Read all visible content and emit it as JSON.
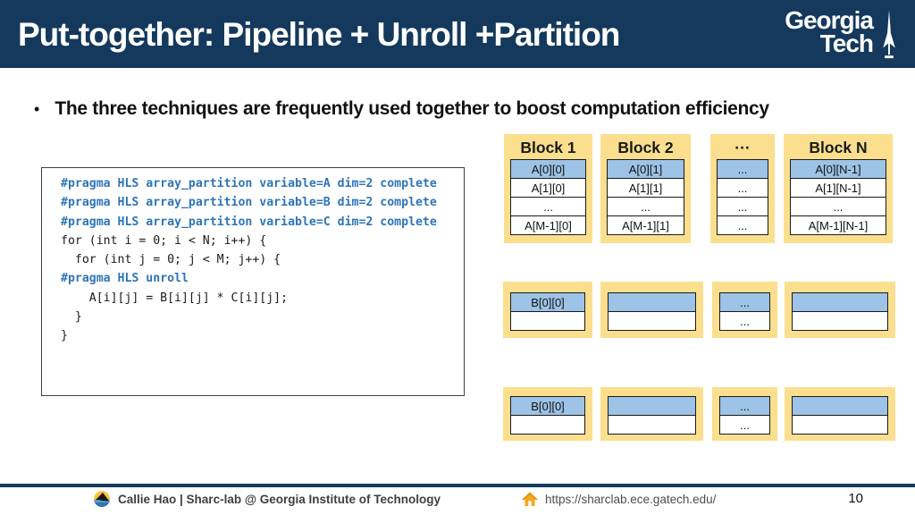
{
  "header": {
    "title": "Put-together: Pipeline + Unroll +Partition",
    "logo": {
      "line1": "Georgia",
      "line2": "Tech"
    }
  },
  "bullet": {
    "marker": "•",
    "text": "The three techniques are frequently used together to boost computation efficiency"
  },
  "code": {
    "lines": [
      {
        "text": "#pragma HLS array_partition variable=A dim=2 complete"
      },
      {
        "text": "#pragma HLS array_partition variable=B dim=2 complete"
      },
      {
        "text": "#pragma HLS array_partition variable=C dim=2 complete"
      },
      {
        "text": ""
      },
      {
        "text": "for (int i = 0; i < N; i++) {"
      },
      {
        "text": ""
      },
      {
        "text": "  for (int j = 0; j < M; j++) {"
      },
      {
        "text": "#pragma HLS unroll"
      },
      {
        "text": "    A[i][j] = B[i][j] * C[i][j];"
      },
      {
        "text": "  }"
      },
      {
        "text": "}"
      }
    ]
  },
  "blocks": {
    "top": [
      {
        "title": "Block 1",
        "rows": [
          "A[0][0]",
          "A[1][0]",
          "...",
          "A[M-1][0]"
        ]
      },
      {
        "title": "Block 2",
        "rows": [
          "A[0][1]",
          "A[1][1]",
          "...",
          "A[M-1][1]"
        ]
      },
      {
        "title": "···",
        "rows": [
          "...",
          "...",
          "...",
          "..."
        ]
      },
      {
        "title": "Block N",
        "rows": [
          "A[0][N-1]",
          "A[1][N-1]",
          "...",
          "A[M-1][N-1]"
        ]
      }
    ],
    "middle": [
      {
        "rows": [
          "B[0][0]",
          ""
        ]
      },
      {
        "rows": [
          "",
          ""
        ]
      },
      {
        "rows": [
          "...",
          "..."
        ]
      },
      {
        "rows": [
          "",
          ""
        ]
      }
    ],
    "bottom": [
      {
        "rows": [
          "B[0][0]",
          ""
        ]
      },
      {
        "rows": [
          "",
          ""
        ]
      },
      {
        "rows": [
          "...",
          "..."
        ]
      },
      {
        "rows": [
          "",
          ""
        ]
      }
    ]
  },
  "footer": {
    "author": "Callie Hao | Sharc-lab @ Georgia Institute of Technology",
    "url": "https://sharclab.ece.gatech.edu/",
    "page": "10"
  },
  "colors": {
    "navy": "#14395C",
    "card_yellow": "#FBDF8E",
    "cell_blue": "#9DC3E6",
    "pragma_blue": "#2E75B6"
  }
}
